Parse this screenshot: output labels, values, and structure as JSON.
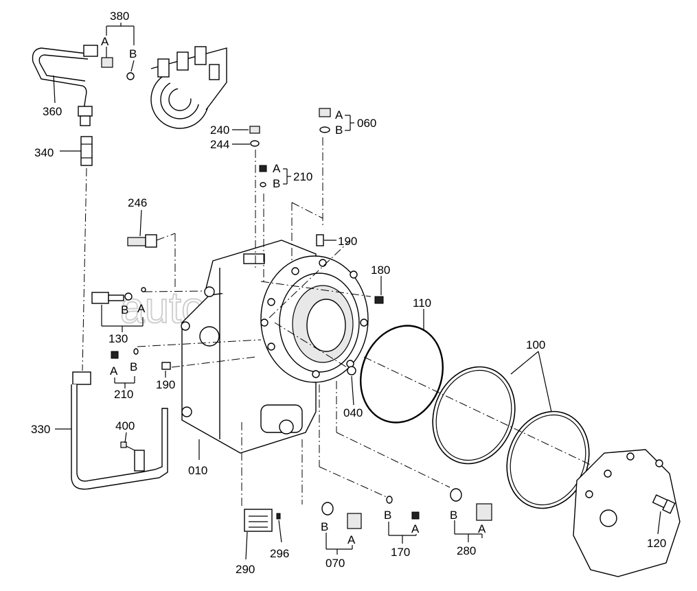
{
  "watermark": {
    "text": "autopiter.ru"
  },
  "labels": {
    "p380": "380",
    "p360": "360",
    "p340": "340",
    "p330": "330",
    "p400": "400",
    "p010": "010",
    "p290": "290",
    "p296": "296",
    "p070": "070",
    "p170": "170",
    "p280": "280",
    "p120": "120",
    "p100": "100",
    "p110": "110",
    "p040": "040",
    "p180": "180",
    "p190a": "190",
    "p190b": "190",
    "p210a": "210",
    "p210b": "210",
    "p060": "060",
    "p240": "240",
    "p244": "244",
    "p246": "246",
    "p130": "130",
    "A": "A",
    "B": "B"
  }
}
